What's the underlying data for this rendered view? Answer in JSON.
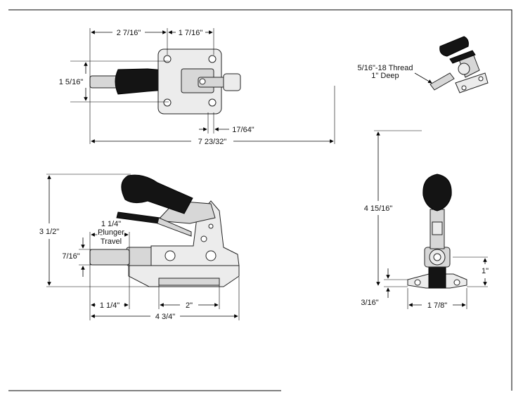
{
  "colors": {
    "handle": "#141414",
    "metal": "#d7d7d7",
    "line": "#000000"
  },
  "top_view": {
    "dim_left_width": "2 7/16\"",
    "dim_right_width": "1 7/16\"",
    "dim_height": "1 5/16\"",
    "dim_small": "17/64\"",
    "dim_overall": "7 23/32\""
  },
  "thread_note": {
    "line1": "5/16\"-18 Thread",
    "line2": "1\" Deep"
  },
  "side_view": {
    "dim_height": "3 1/2\"",
    "plunger_travel_value": "1 1/4\"",
    "plunger_label": "Plunger",
    "travel_label": "Travel",
    "dim_plunger_dia": "7/16\"",
    "dim_front": "1 1/4\"",
    "dim_base": "2\"",
    "dim_length": "4 3/4\""
  },
  "front_view": {
    "dim_height": "4 15/16\"",
    "dim_center": "1\"",
    "dim_base_thk": "3/16\"",
    "dim_width": "1 7/8\""
  }
}
